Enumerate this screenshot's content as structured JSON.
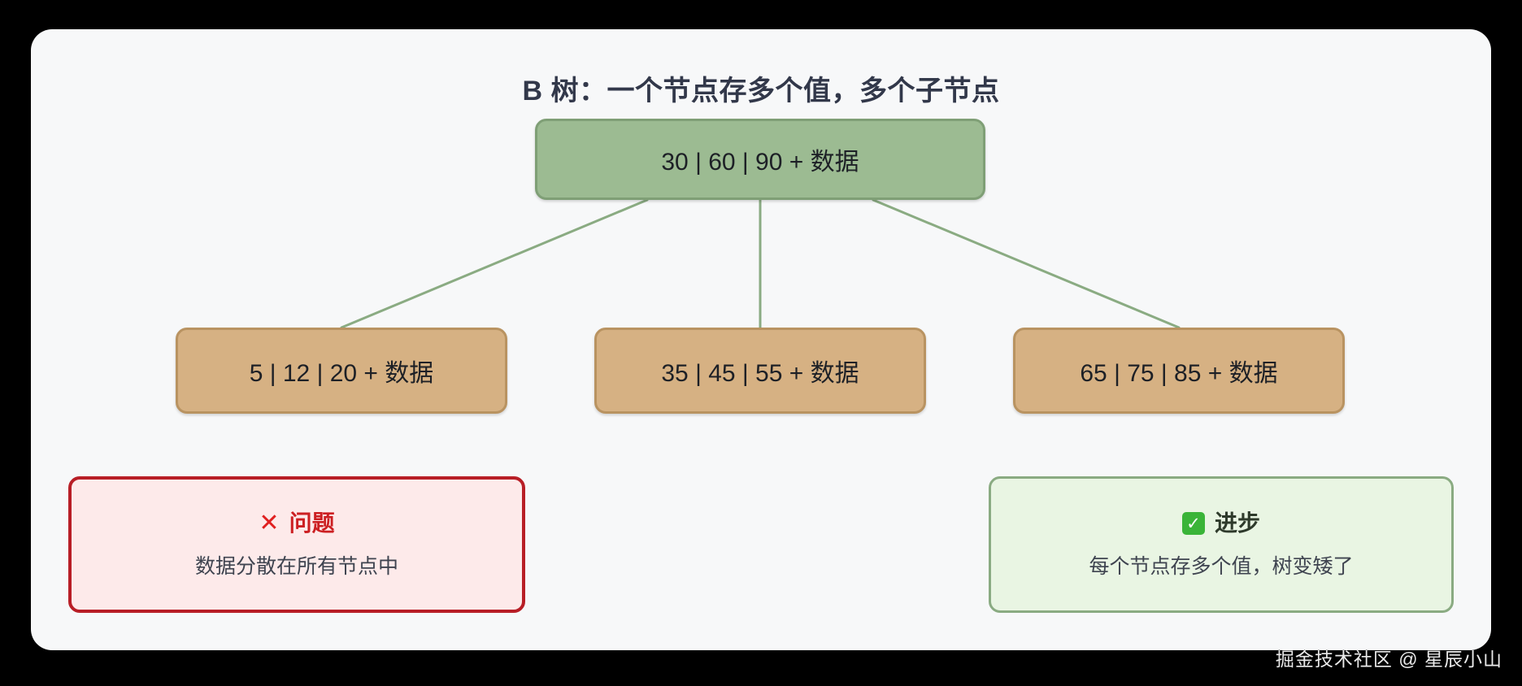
{
  "diagram": {
    "title": "B 树：一个节点存多个值，多个子节点",
    "type": "tree",
    "root": {
      "label": "30 | 60 | 90 + 数据",
      "keys": [
        30,
        60,
        90
      ],
      "payload": "数据",
      "fill": "#9cbb92",
      "border": "#7f9f76"
    },
    "children": [
      {
        "label": "5 | 12 | 20 + 数据",
        "keys": [
          5,
          12,
          20
        ],
        "payload": "数据",
        "fill": "#d6b183",
        "border": "#b99361"
      },
      {
        "label": "35 | 45 | 55 + 数据",
        "keys": [
          35,
          45,
          55
        ],
        "payload": "数据",
        "fill": "#d6b183",
        "border": "#b99361"
      },
      {
        "label": "65 | 75 | 85 + 数据",
        "keys": [
          65,
          75,
          85
        ],
        "payload": "数据",
        "fill": "#d6b183",
        "border": "#b99361"
      }
    ],
    "edge_color": "#8aab82"
  },
  "callouts": {
    "problem": {
      "icon": "cross-mark",
      "icon_glyph": "✕",
      "heading": "问题",
      "body": "数据分散在所有节点中",
      "border_color": "#b81e26",
      "fill_color": "#fdeaea",
      "heading_color": "#cc1f22"
    },
    "progress": {
      "icon": "check-mark",
      "icon_glyph": "✓",
      "heading": "进步",
      "body": "每个节点存多个值，树变矮了",
      "border_color": "#8aab82",
      "fill_color": "#e9f5e3",
      "heading_color": "#2e3a2b"
    }
  },
  "watermark": {
    "text": "掘金技术社区 @ 星辰小山"
  },
  "theme": {
    "page_background": "#000000",
    "card_background": "#f7f8f9",
    "title_color": "#32384a"
  }
}
